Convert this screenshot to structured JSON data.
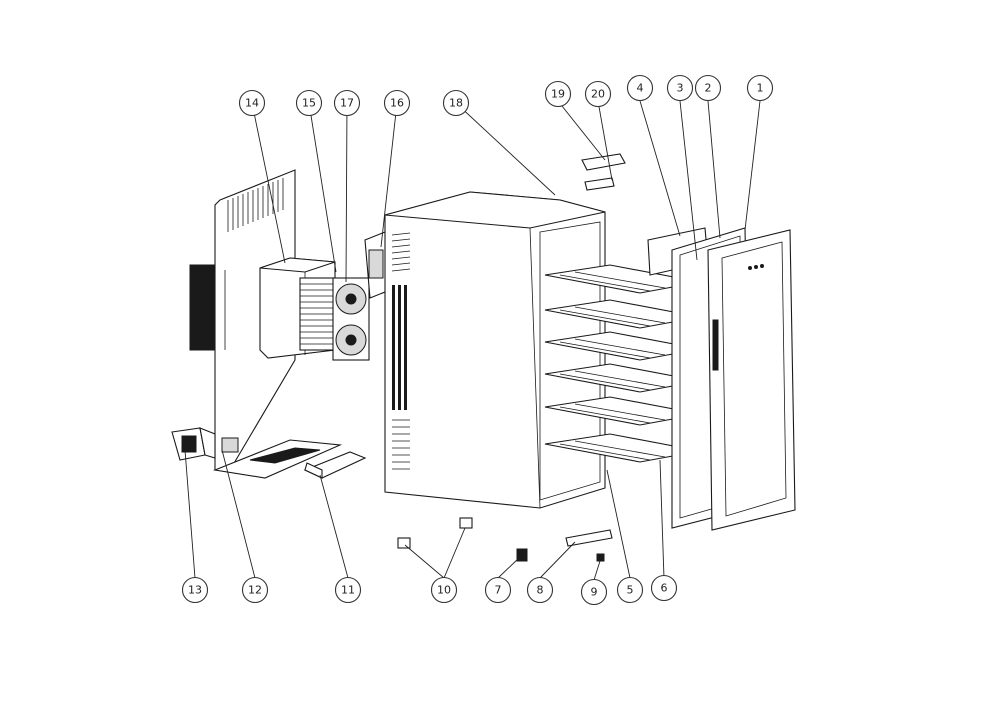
{
  "callouts": [
    {
      "label": "1"
    },
    {
      "label": "2"
    },
    {
      "label": "3"
    },
    {
      "label": "4"
    },
    {
      "label": "5"
    },
    {
      "label": "6"
    },
    {
      "label": "7"
    },
    {
      "label": "8"
    },
    {
      "label": "9"
    },
    {
      "label": "10"
    },
    {
      "label": "11"
    },
    {
      "label": "12"
    },
    {
      "label": "13"
    },
    {
      "label": "14"
    },
    {
      "label": "15"
    },
    {
      "label": "16"
    },
    {
      "label": "17"
    },
    {
      "label": "18"
    },
    {
      "label": "19"
    },
    {
      "label": "20"
    }
  ],
  "colors": {
    "line": "#1a1a1a",
    "background": "#ffffff"
  }
}
